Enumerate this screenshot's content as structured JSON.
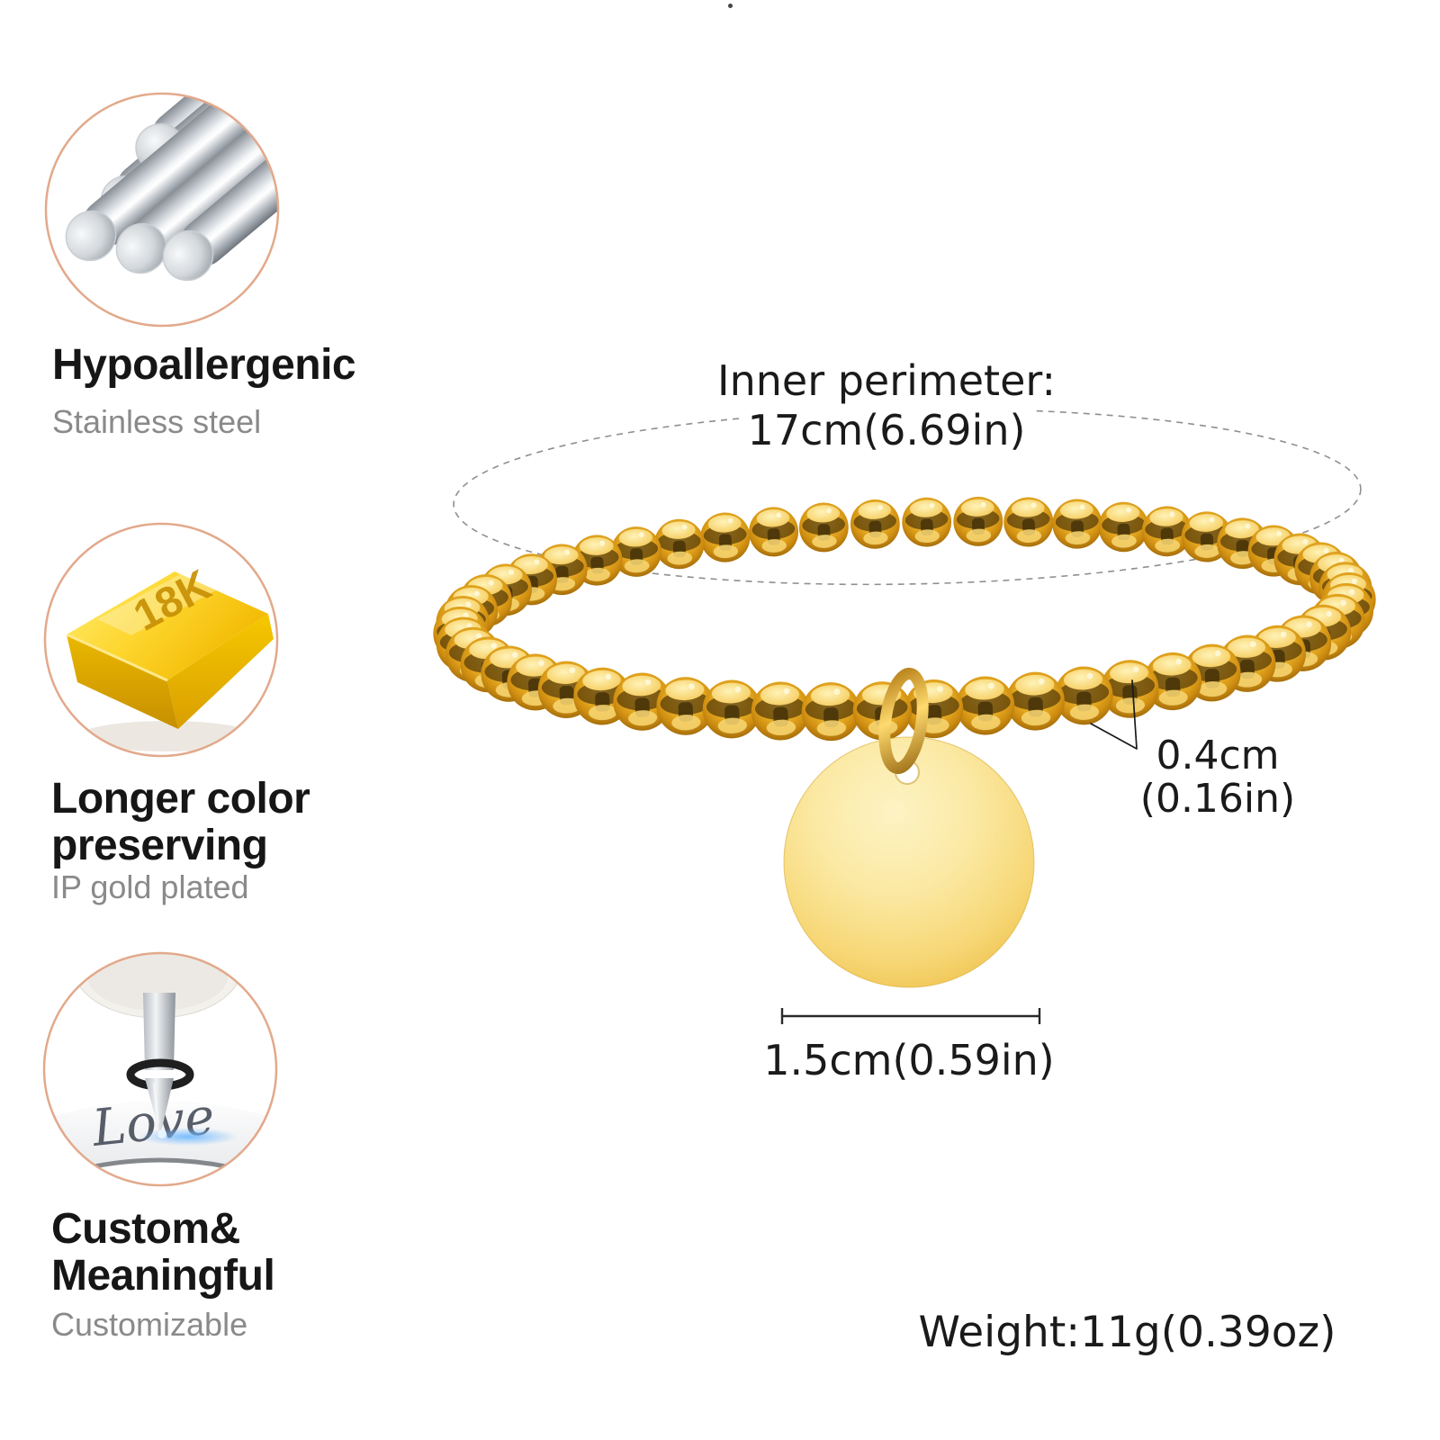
{
  "features": [
    {
      "title_lines": [
        "Hypoallergenic"
      ],
      "subtitle": "Stainless steel",
      "icon": "steel-rods-icon"
    },
    {
      "title_lines": [
        "Longer color",
        "preserving"
      ],
      "subtitle": "IP gold plated",
      "icon": "gold-bar-icon",
      "icon_text": "18K"
    },
    {
      "title_lines": [
        "Custom&",
        "Meaningful"
      ],
      "subtitle": "Customizable",
      "icon": "engraving-tool-icon",
      "icon_text": "Love"
    }
  ],
  "annotations": {
    "inner_perimeter_label": "Inner perimeter:",
    "inner_perimeter_value": "17cm(6.69in)",
    "bead_diameter_value": "0.4cm",
    "bead_diameter_value2": "(0.16in)",
    "pendant_width_value": "1.5cm(0.59in)",
    "weight_value": "Weight:11g(0.39oz)"
  },
  "colors": {
    "gold_mid": "#e7ab22",
    "gold_light": "#fff3b8",
    "gold_dark": "#93610a",
    "disc_gold": "#f7d878",
    "circle_ring": "#e2a98b",
    "subtitle_gray": "#8a8a8a",
    "dash_gray": "#8f8f8f",
    "annotation_ink": "#1a1a1a"
  }
}
